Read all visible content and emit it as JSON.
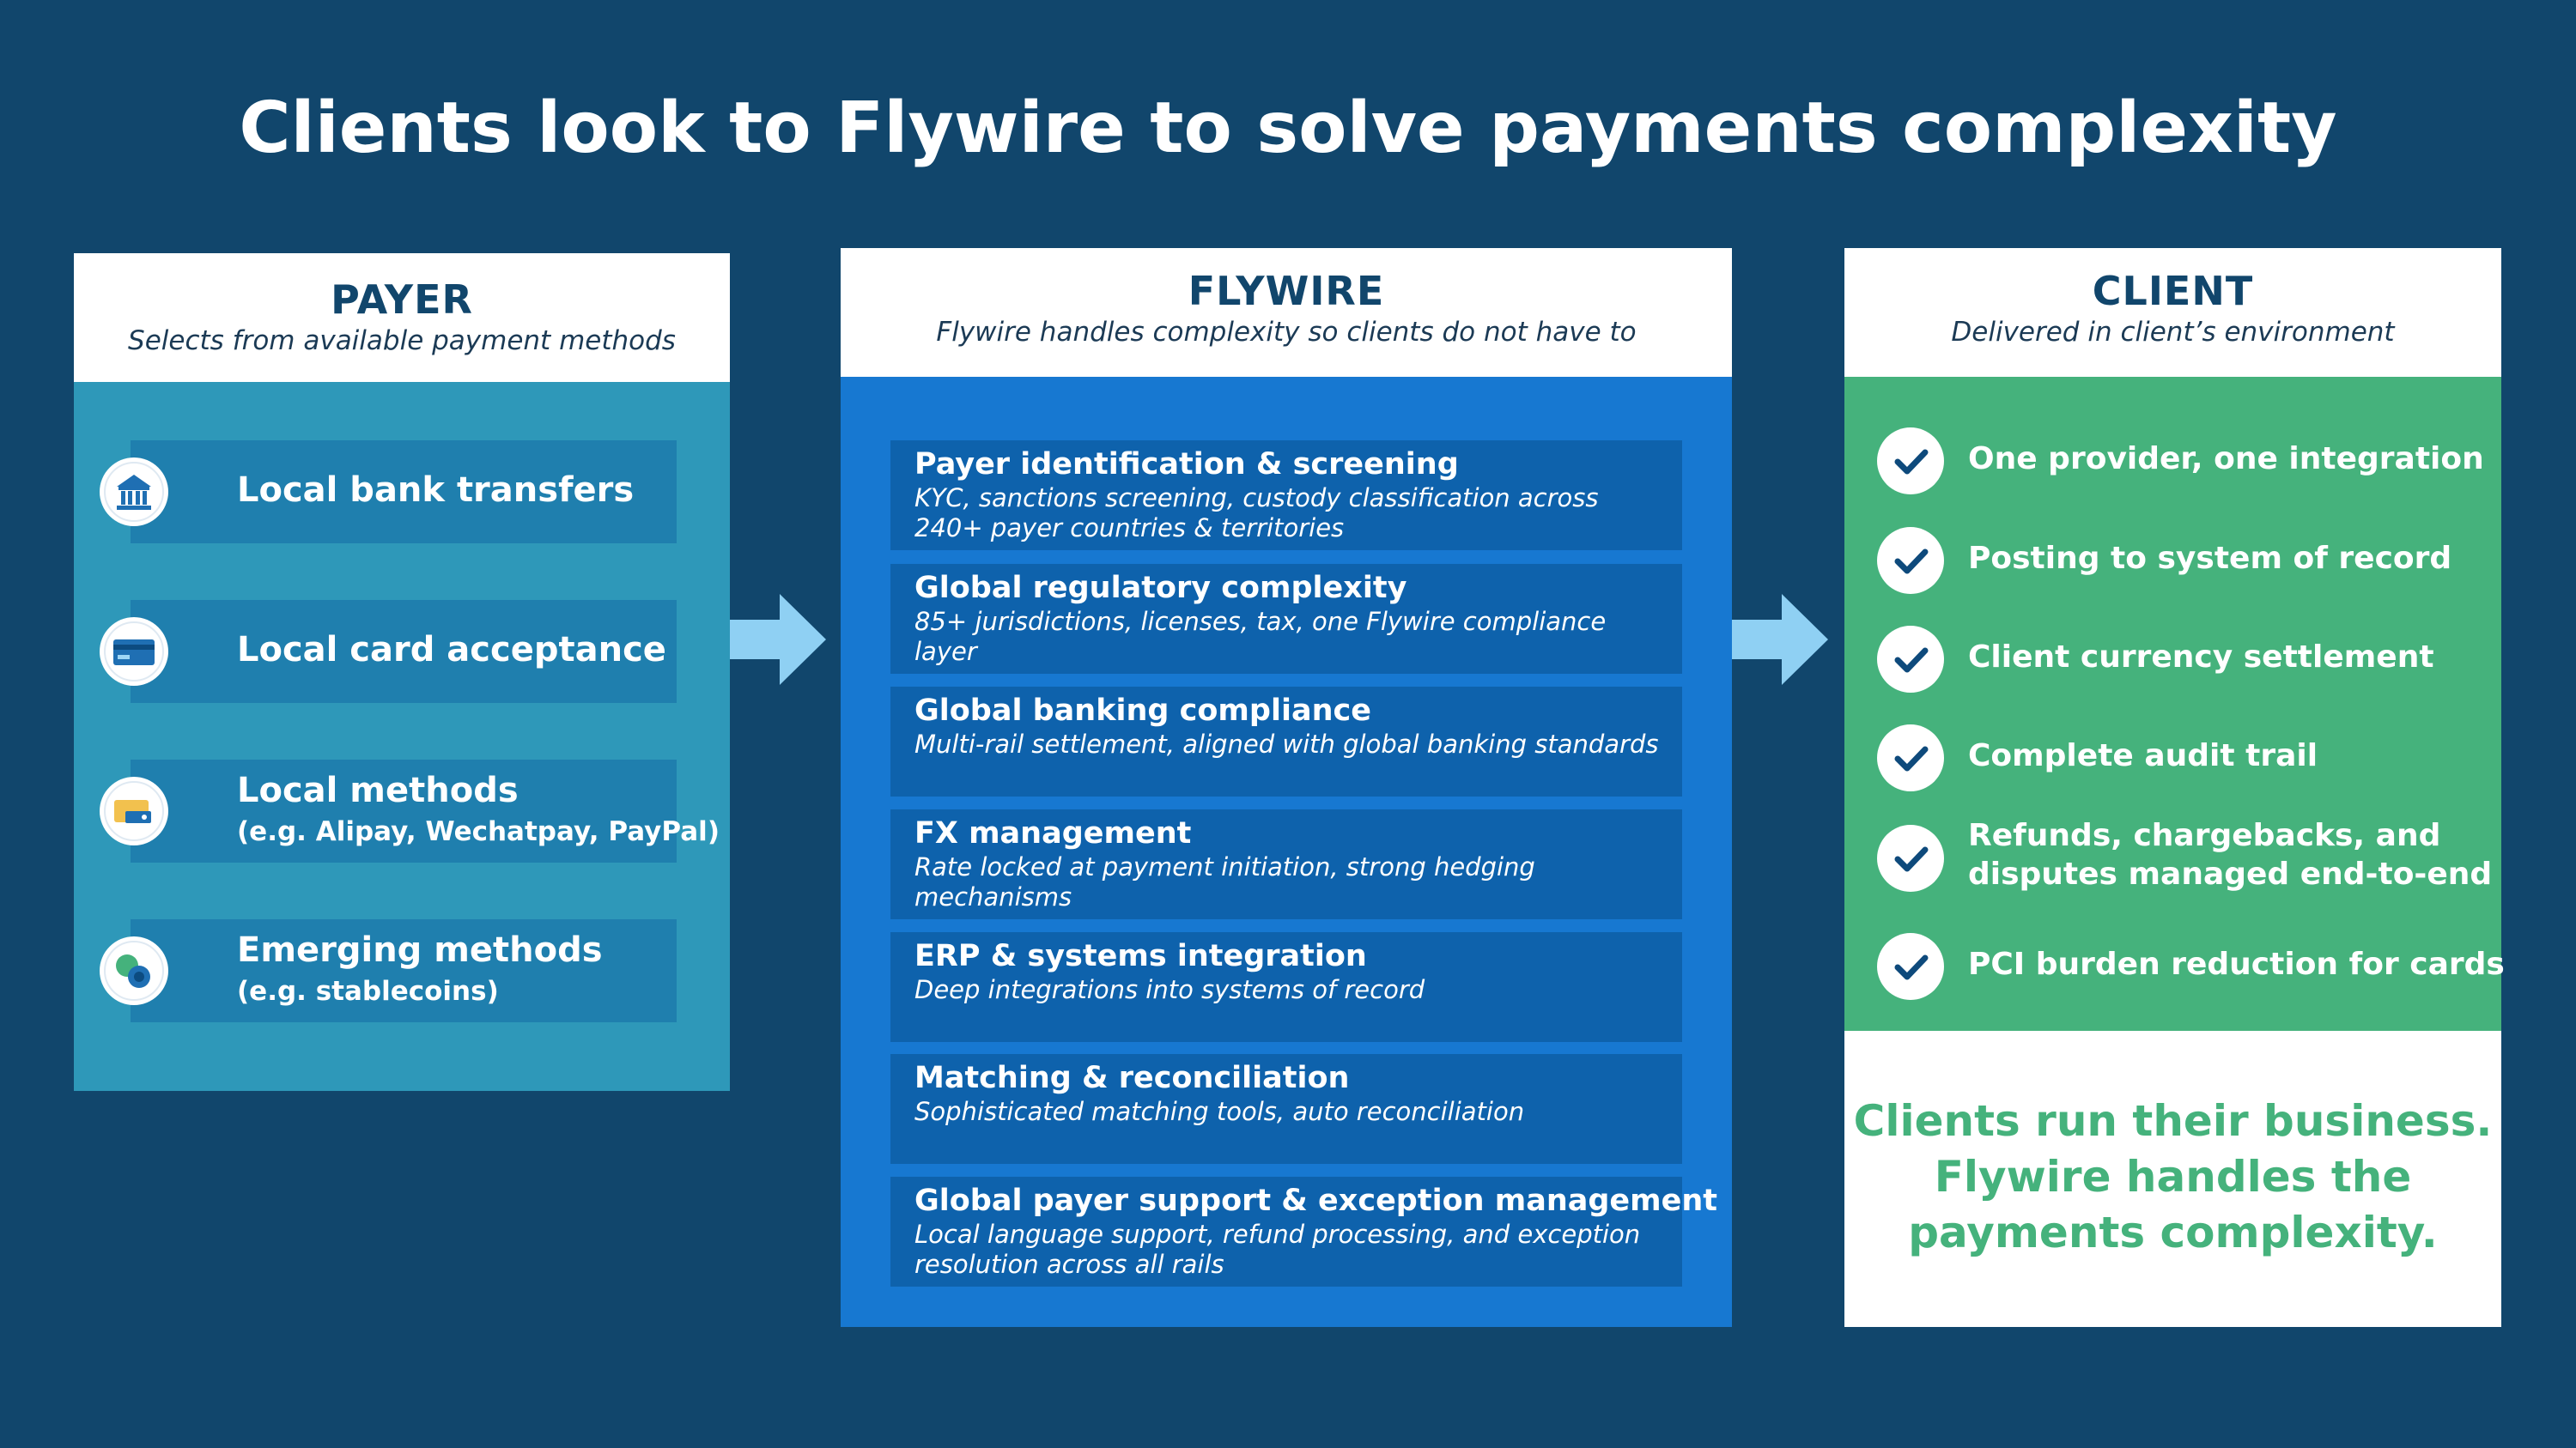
{
  "title": "Clients look to Flywire to solve payments complexity",
  "colors": {
    "background": "#11466c",
    "payer_panel": "#2e98b9",
    "payer_item": "#1f7fae",
    "flywire_panel": "#1778d1",
    "flywire_item": "#0e62ac",
    "client_green": "#45b27c",
    "arrow": "#8fd0f3",
    "header_text": "#11466c"
  },
  "payer": {
    "heading": "PAYER",
    "subheading": "Selects from available payment methods",
    "items": [
      {
        "label": "Local bank transfers",
        "sub": "",
        "icon": "bank-icon"
      },
      {
        "label": "Local card acceptance",
        "sub": "",
        "icon": "credit-card-icon"
      },
      {
        "label": "Local methods",
        "sub": "(e.g. Alipay, Wechatpay, PayPal)",
        "icon": "wallet-icon"
      },
      {
        "label": "Emerging methods",
        "sub": "(e.g. stablecoins)",
        "icon": "coins-icon"
      }
    ]
  },
  "flywire": {
    "heading": "FLYWIRE",
    "subheading": "Flywire handles complexity so clients do not have to",
    "items": [
      {
        "title": "Payer identification & screening",
        "desc": "KYC, sanctions screening, custody classification across 240+ payer countries & territories"
      },
      {
        "title": "Global regulatory complexity",
        "desc": "85+ jurisdictions, licenses, tax, one Flywire compliance layer"
      },
      {
        "title": "Global banking compliance",
        "desc": "Multi-rail settlement, aligned with global banking standards"
      },
      {
        "title": "FX management",
        "desc": "Rate locked at payment initiation, strong hedging mechanisms"
      },
      {
        "title": "ERP & systems integration",
        "desc": "Deep integrations into systems of record"
      },
      {
        "title": "Matching & reconciliation",
        "desc": "Sophisticated matching tools, auto reconciliation"
      },
      {
        "title": "Global payer support & exception management",
        "desc": "Local language support, refund processing, and exception resolution across all rails"
      }
    ]
  },
  "client": {
    "heading": "CLIENT",
    "subheading": "Delivered in client’s environment",
    "items": [
      {
        "line1": "One provider, one integration",
        "line2": ""
      },
      {
        "line1": "Posting to system of record",
        "line2": ""
      },
      {
        "line1": "Client currency settlement",
        "line2": ""
      },
      {
        "line1": "Complete audit trail",
        "line2": ""
      },
      {
        "line1": "Refunds, chargebacks, and",
        "line2": "disputes managed end-to-end"
      },
      {
        "line1": "PCI burden reduction for cards",
        "line2": ""
      }
    ],
    "tagline_lines": [
      "Clients run their business.",
      "Flywire handles the",
      "payments complexity."
    ]
  }
}
